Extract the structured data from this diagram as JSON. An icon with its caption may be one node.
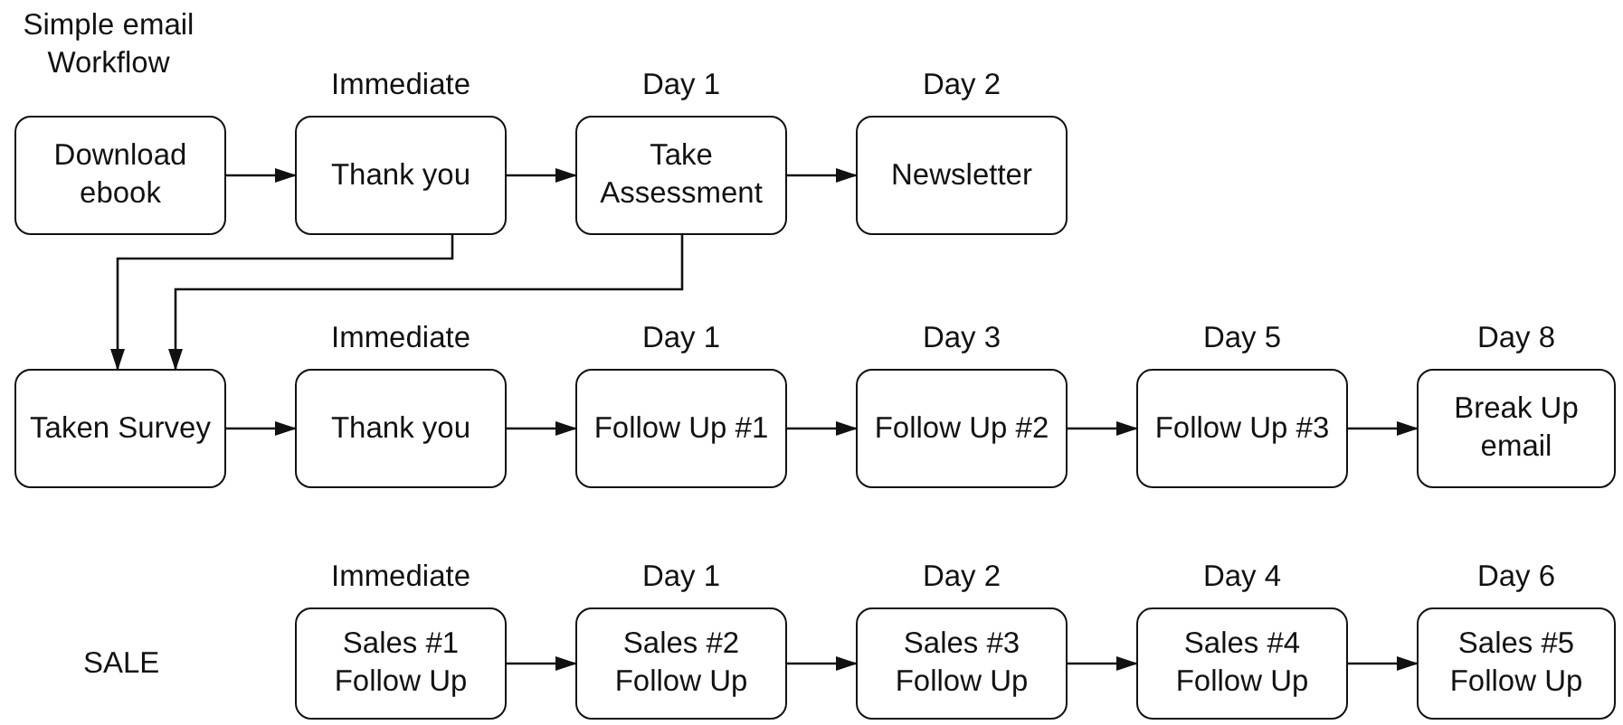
{
  "diagram": {
    "title": "Simple email Workflow",
    "nodes": [
      {
        "text": [
          "Download ebook"
        ]
      },
      {
        "text": [
          "Thank you"
        ],
        "beside": [
          "Immediate"
        ]
      },
      {
        "text": [
          "Take Assessment"
        ],
        "beside": [
          "Day 1"
        ]
      },
      {
        "text": [
          "Newsletter"
        ],
        "beside": [
          "Day 2"
        ]
      },
      {
        "text": [
          "Taken Survey"
        ]
      },
      {
        "text": [
          "Thank you"
        ],
        "beside": [
          "Immediate"
        ]
      },
      {
        "text": [
          "Follow Up #1"
        ],
        "beside": [
          "Day 1"
        ]
      },
      {
        "text": [
          "Follow Up #2"
        ],
        "beside": [
          "Day 3"
        ]
      },
      {
        "text": [
          "Follow Up #3"
        ],
        "beside": [
          "Day 5"
        ]
      },
      {
        "text": [
          "Break Up email"
        ],
        "beside": [
          "Day 8"
        ]
      },
      {
        "text": [
          "Sales #1 Follow Up"
        ],
        "beside": [
          "Immediate"
        ]
      },
      {
        "text": [
          "Sales #2 Follow Up"
        ],
        "beside": [
          "Day 1"
        ]
      },
      {
        "text": [
          "Sales #3 Follow Up"
        ],
        "beside": [
          "Day 2"
        ]
      },
      {
        "text": [
          "Sales #4 Follow Up"
        ],
        "beside": [
          "Day 4"
        ]
      },
      {
        "text": [
          "Sales #5 Follow Up"
        ],
        "beside": [
          "Day 6"
        ]
      }
    ],
    "edges": [
      {
        "from": 0,
        "to": 1,
        "arrow": "to"
      },
      {
        "from": 1,
        "to": 2,
        "arrow": "to"
      },
      {
        "from": 2,
        "to": 3,
        "arrow": "to"
      },
      {
        "from": 1,
        "to": 4,
        "arrow": "to"
      },
      {
        "from": 2,
        "to": 4,
        "arrow": "to"
      },
      {
        "from": 4,
        "to": 5,
        "arrow": "to"
      },
      {
        "from": 5,
        "to": 6,
        "arrow": "to"
      },
      {
        "from": 6,
        "to": 7,
        "arrow": "to"
      },
      {
        "from": 7,
        "to": 8,
        "arrow": "to"
      },
      {
        "from": 8,
        "to": 9,
        "arrow": "to"
      },
      {
        "from": 10,
        "to": 11,
        "arrow": "to"
      },
      {
        "from": 11,
        "to": 12,
        "arrow": "to"
      },
      {
        "from": 12,
        "to": 13,
        "arrow": "to"
      },
      {
        "from": 13,
        "to": 14,
        "arrow": "to"
      }
    ],
    "labels": [
      "SALE"
    ]
  }
}
